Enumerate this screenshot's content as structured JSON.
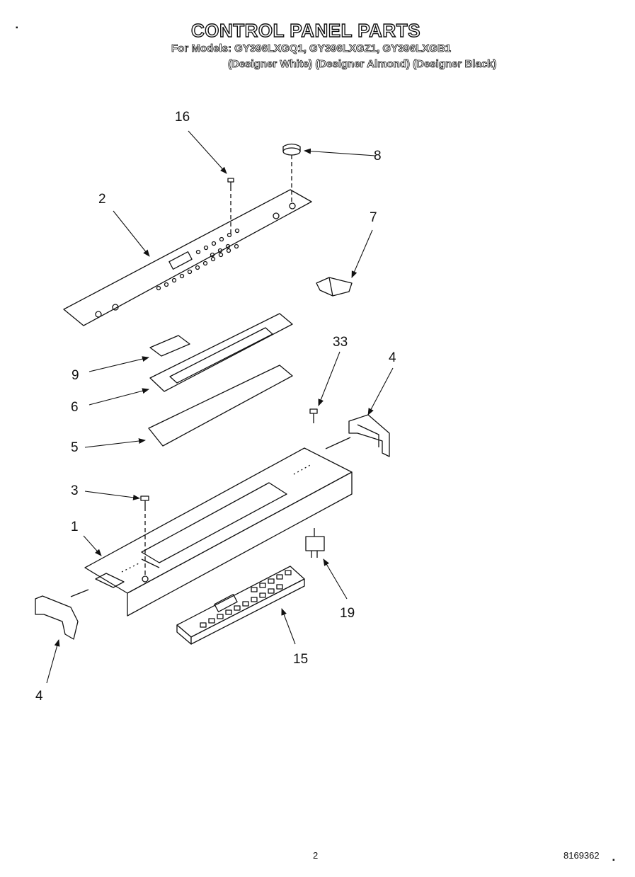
{
  "header": {
    "title": "CONTROL PANEL PARTS",
    "models": "For Models: GY396LXGQ1, GY396LXGZ1, GY396LXGB1",
    "finishes": "(Designer White) (Designer Almond) (Designer Black)"
  },
  "callouts": {
    "c1": "1",
    "c2": "2",
    "c3": "3",
    "c4a": "4",
    "c4b": "4",
    "c5": "5",
    "c6": "6",
    "c7": "7",
    "c8": "8",
    "c9": "9",
    "c15": "15",
    "c16": "16",
    "c19": "19",
    "c33": "33"
  },
  "footer": {
    "page": "2",
    "code": "8169362"
  },
  "colors": {
    "ink": "#111111",
    "paper": "#ffffff"
  }
}
